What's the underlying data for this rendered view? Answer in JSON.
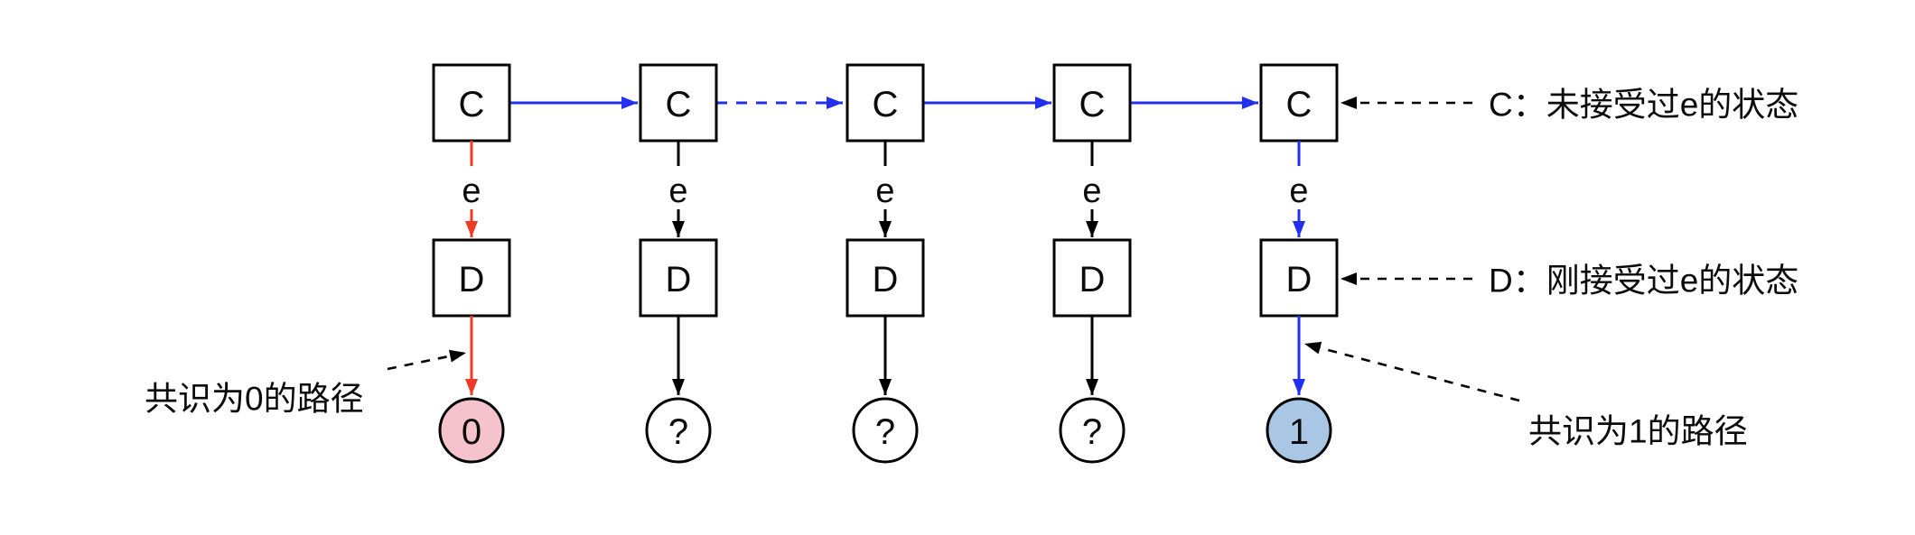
{
  "colors": {
    "blue": "#2230ee",
    "red": "#ee3b26",
    "black": "#000000",
    "pink_fill": "#f5c3cc",
    "lightblue_fill": "#a9c7e5",
    "white_fill": "#ffffff"
  },
  "nodes": {
    "c_labels": [
      "C",
      "C",
      "C",
      "C",
      "C"
    ],
    "e_labels": [
      "e",
      "e",
      "e",
      "e",
      "e"
    ],
    "d_labels": [
      "D",
      "D",
      "D",
      "D",
      "D"
    ],
    "results": [
      "0",
      "?",
      "?",
      "?",
      "1"
    ]
  },
  "annotations": {
    "c_note": "C：未接受过e的状态",
    "d_note": "D：刚接受过e的状态",
    "path0_note": "共识为0的路径",
    "path1_note": "共识为1的路径"
  }
}
